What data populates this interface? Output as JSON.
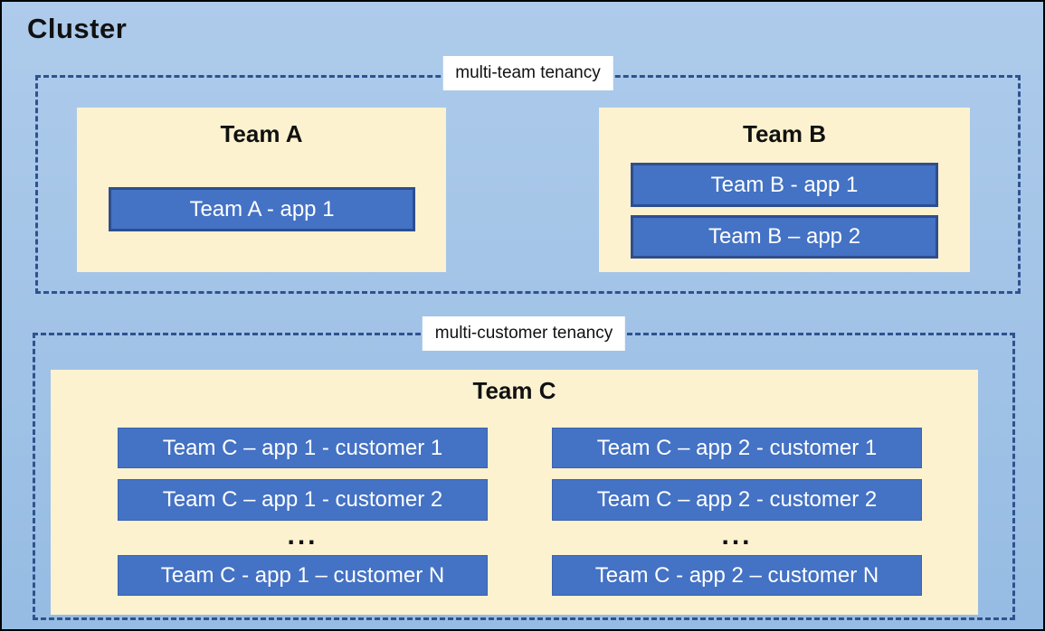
{
  "cluster_title": "Cluster",
  "multi_team": {
    "label": "multi-team tenancy",
    "team_a": {
      "title": "Team A",
      "app1": "Team A - app 1"
    },
    "team_b": {
      "title": "Team B",
      "app1": "Team B - app 1",
      "app2": "Team B – app 2"
    }
  },
  "multi_customer": {
    "label": "multi-customer tenancy",
    "team_c": {
      "title": "Team C",
      "col1": {
        "row1": "Team C – app 1 - customer 1",
        "row2": "Team C – app 1 - customer 2",
        "ellipsis": "...",
        "rowN": "Team C - app 1 – customer N"
      },
      "col2": {
        "row1": "Team C – app 2 - customer 1",
        "row2": "Team C – app 2 - customer 2",
        "ellipsis": "...",
        "rowN": "Team C - app 2 – customer N"
      }
    }
  },
  "colors": {
    "bg_top": "#aecbeb",
    "bg_bottom": "#96bce3",
    "panel_fill": "#fdf2cf",
    "app_fill": "#4472c4",
    "app_border": "#2e4e8e",
    "dash": "#2f528f",
    "label_bg": "#ffffff",
    "outer_border": "#000000",
    "title_color": "#111111"
  }
}
